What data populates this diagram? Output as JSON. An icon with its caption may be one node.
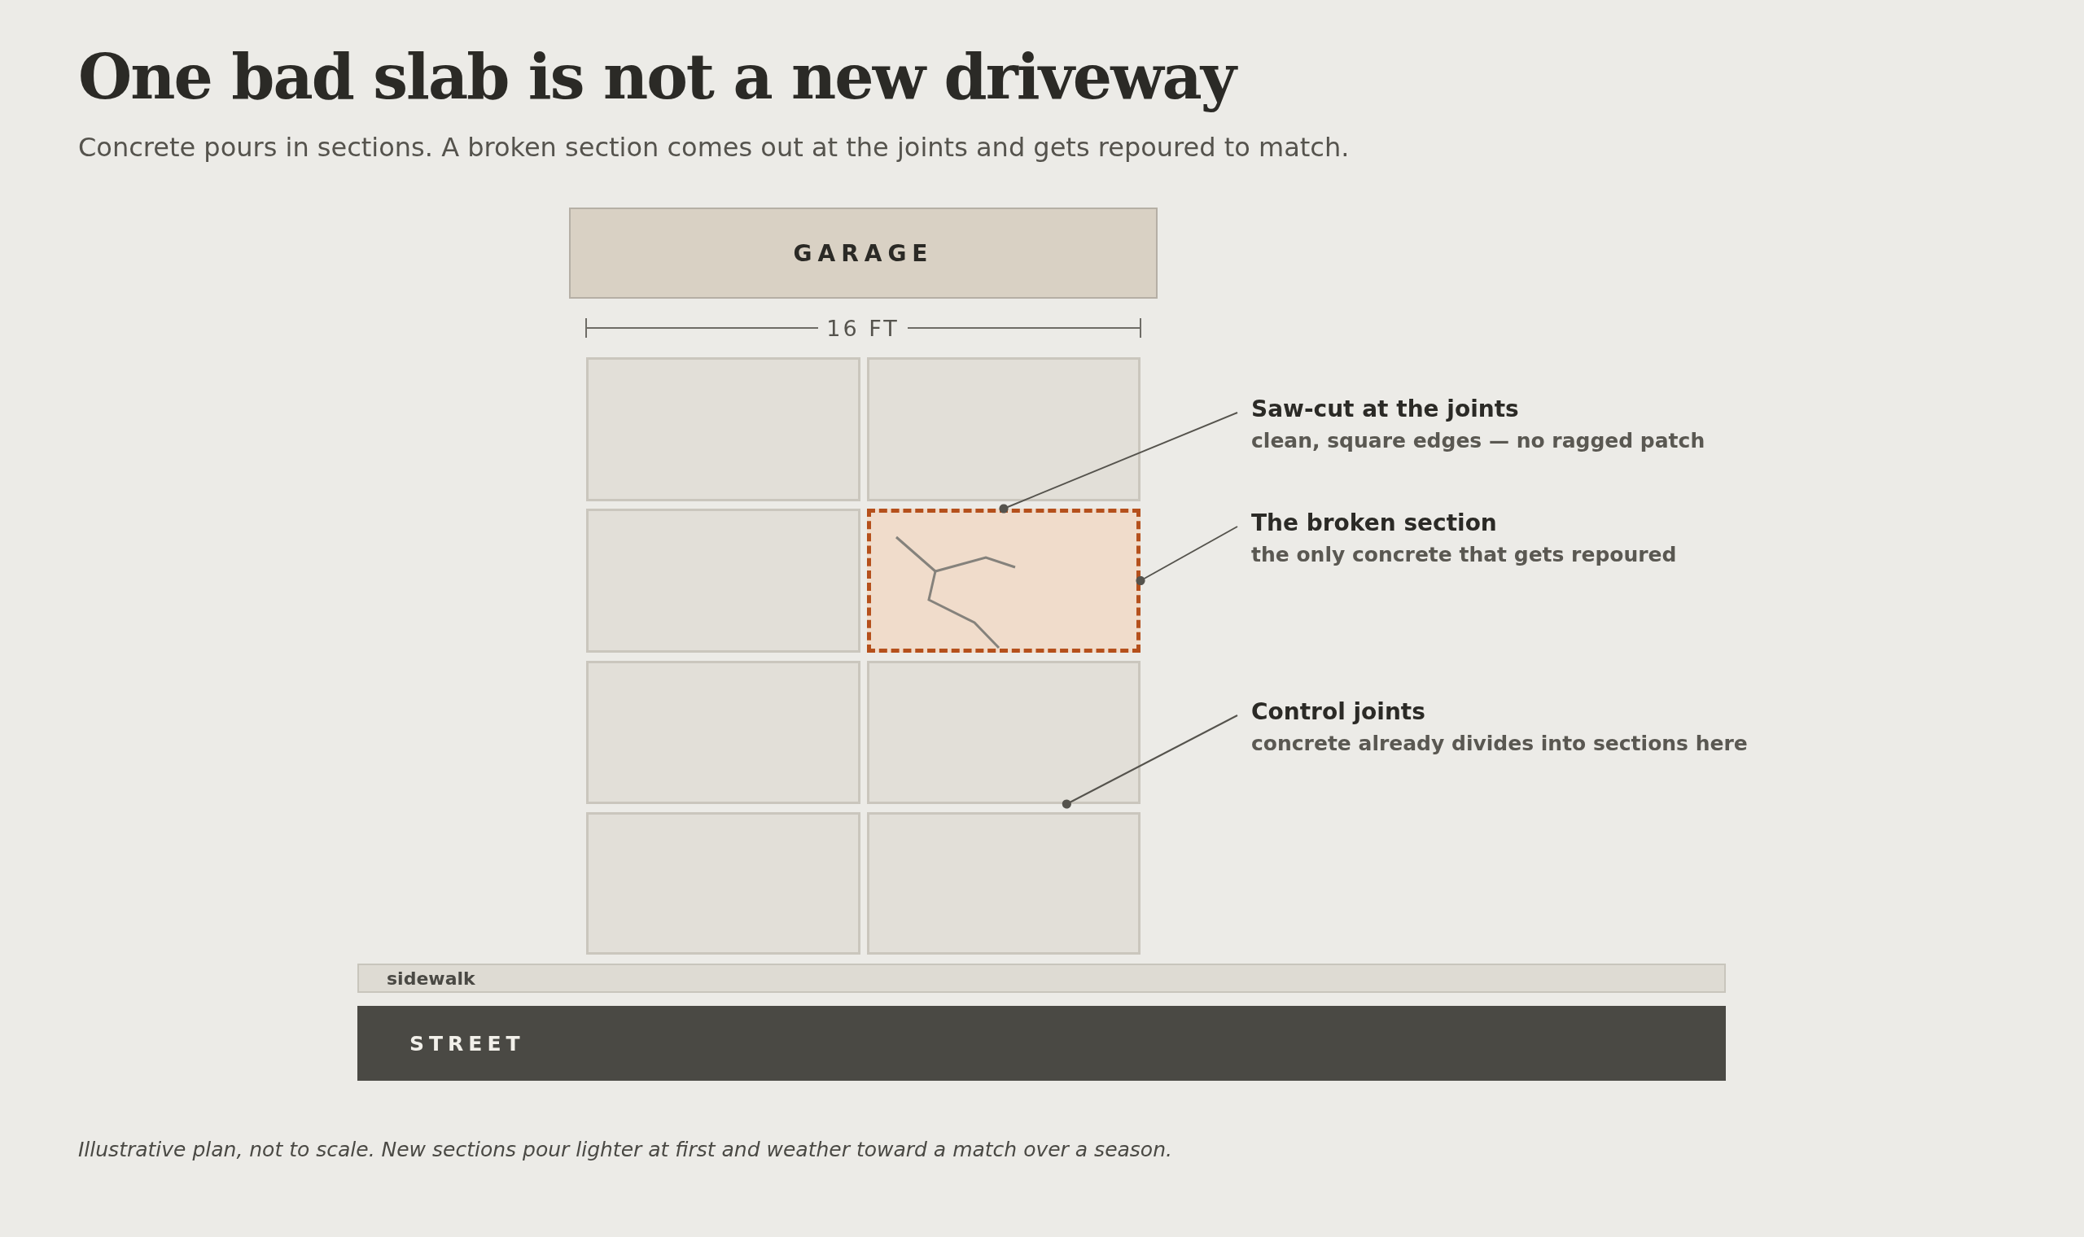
{
  "diagram": {
    "title": "One bad slab is not a new driveway",
    "caption": "Illustrative plan, not to scale. New sections pour lighter at first and weather toward a match over a season.",
    "nodes": [
      {
        "text": [
          "GARAGE"
        ]
      },
      {
        "text": [],
        "shape": "box"
      },
      {
        "text": [],
        "shape": "box"
      },
      {
        "text": [],
        "shape": "box"
      },
      {
        "text": [],
        "shape": "box"
      },
      {
        "text": [],
        "shape": "box"
      },
      {
        "text": [],
        "shape": "box"
      },
      {
        "text": [],
        "shape": "box"
      },
      {
        "text": [],
        "shape": "box"
      },
      {
        "text": [
          "sidewalk"
        ]
      },
      {
        "text": [
          "STREET"
        ]
      },
      {
        "text": [
          "Saw-cut at the joints",
          "clean, square edges — no ragged patch"
        ]
      },
      {
        "text": [
          "The broken section",
          "the only concrete that gets repoured"
        ]
      },
      {
        "text": [
          "Control joints",
          "concrete already divides into sections here"
        ]
      }
    ],
    "edges": [
      {
        "from": 11,
        "to": 4,
        "arrow": "other"
      },
      {
        "from": 12,
        "to": 4,
        "arrow": "other"
      },
      {
        "from": 13,
        "to": 6,
        "arrow": "other"
      }
    ],
    "labels": [
      "Concrete pours in sections. A broken section comes out at the joints and gets repoured to match.",
      "16 FT"
    ]
  }
}
